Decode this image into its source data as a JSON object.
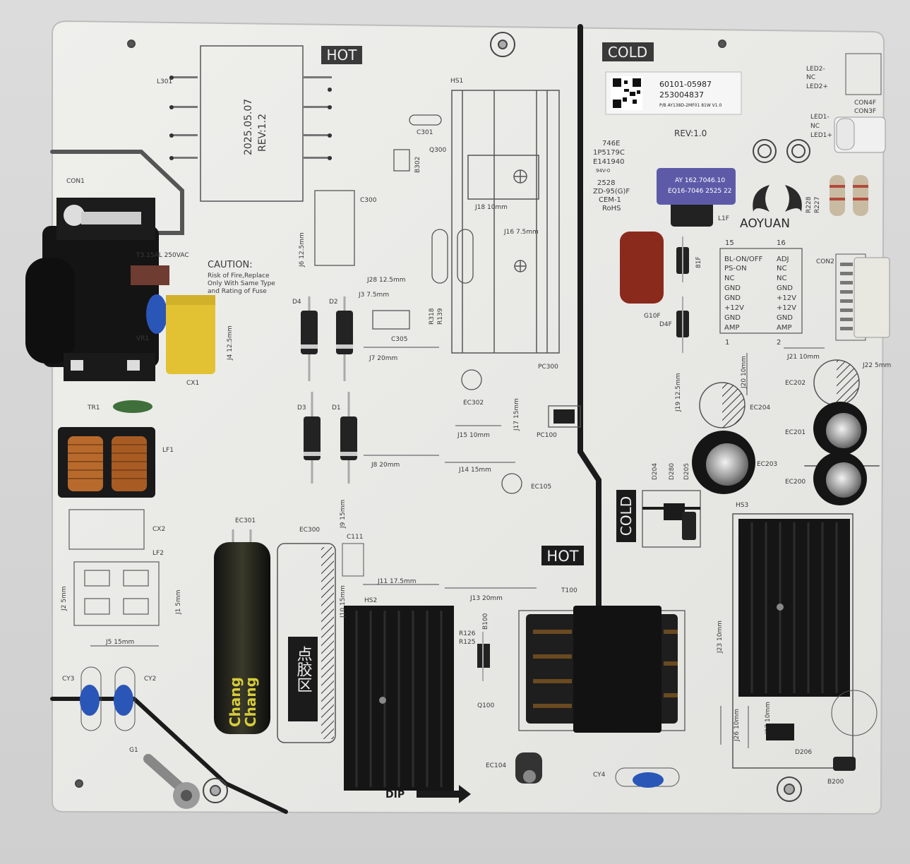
{
  "board": {
    "zone_hot": "HOT",
    "zone_cold": "COLD",
    "zone_hot_lower": "HOT",
    "zone_cold_mid": "COLD",
    "transformer_date": "2025.05.07",
    "transformer_rev": "REV:1.2",
    "board_rev": "REV:1.0",
    "dip": "DIP",
    "fuse": "T3.15AL 250VAC",
    "caution_title": "CAUTION:",
    "caution_l1": "Risk of Fire,Replace",
    "caution_l2": "Only With Same Type",
    "caution_l3": "and Rating of Fuse"
  },
  "sticker": {
    "line1": "60101-05987",
    "line2": "253004837",
    "line3": "P/B AY138D-2MF01 81W V1.0"
  },
  "cert": {
    "l1": "746E",
    "l2": "1P5179C",
    "l3": "E141940",
    "l4": "94V-0",
    "l5": "2528",
    "l6": "ZD-95(G)F",
    "l7": "CEM-1",
    "l8": "RoHS"
  },
  "brand": "AOYUAN",
  "capacitor": {
    "brand": "Chang"
  },
  "glue_mark": "点胶区",
  "inductor_label": {
    "l1": "AY 162.7046.10",
    "l2": "EQ16-7046 2525 22"
  },
  "connector_table": {
    "h1": "15",
    "h2": "16",
    "rows": [
      [
        "BL-ON/OFF",
        "ADJ"
      ],
      [
        "PS-ON",
        "NC"
      ],
      [
        "NC",
        "NC"
      ],
      [
        "GND",
        "GND"
      ],
      [
        "GND",
        "+12V"
      ],
      [
        "+12V",
        "+12V"
      ],
      [
        "GND",
        "GND"
      ],
      [
        "AMP",
        "AMP"
      ]
    ],
    "f1": "1",
    "f2": "2"
  },
  "led_labels": {
    "a1": "LED2-",
    "a2": "NC",
    "a3": "LED2+",
    "b1": "LED1-",
    "b2": "NC",
    "b3": "LED1+",
    "con4f": "CON4F",
    "con3f": "CON3F"
  },
  "refdes": [
    "L301",
    "CON1",
    "VR1",
    "CX1",
    "TR1",
    "LF1",
    "CX2",
    "LF2",
    "CY3",
    "CY2",
    "G1",
    "EC301",
    "EC300",
    "C111",
    "HS2",
    "HS1",
    "C301",
    "B302",
    "Q300",
    "C300",
    "C305",
    "D4",
    "D2",
    "D3",
    "D1",
    "EC302",
    "PC300",
    "PC100",
    "EC105",
    "T100",
    "R126",
    "R125",
    "B100",
    "Q100",
    "EC104",
    "CY4",
    "HS3",
    "EC202",
    "EC201",
    "EC200",
    "EC204",
    "EC203",
    "D204",
    "D280",
    "D205",
    "D206",
    "B200",
    "CON2",
    "R228",
    "R227",
    "L1F",
    "G10F",
    "D4F",
    "81F",
    "R318",
    "R139"
  ],
  "jumpers": [
    "J6 12.5mm",
    "J28 12.5mm",
    "J3 7.5mm",
    "J4 12.5mm",
    "J7 20mm",
    "J8 20mm",
    "J9 15mm",
    "J10 15mm",
    "J11 17.5mm",
    "J13 20mm",
    "J14 15mm",
    "J15 10mm",
    "J16 7.5mm",
    "J17 15mm",
    "J18 10mm",
    "J19 12.5mm",
    "J20 10mm",
    "J21 10mm",
    "J22 5mm",
    "J23 10mm",
    "J26 10mm",
    "J27 10mm",
    "J1 5mm",
    "J2 5mm",
    "J5 15mm"
  ],
  "colors": {
    "pcb": "#e9e9e6",
    "silk": "#3a3a3a",
    "trace": "#1b1b1b",
    "cap_blue": "#2a56b8",
    "cap_yellow": "#e2c233",
    "cap_red": "#8a2a1d",
    "copper": "#b86a2c",
    "heatsink": "#151515"
  }
}
